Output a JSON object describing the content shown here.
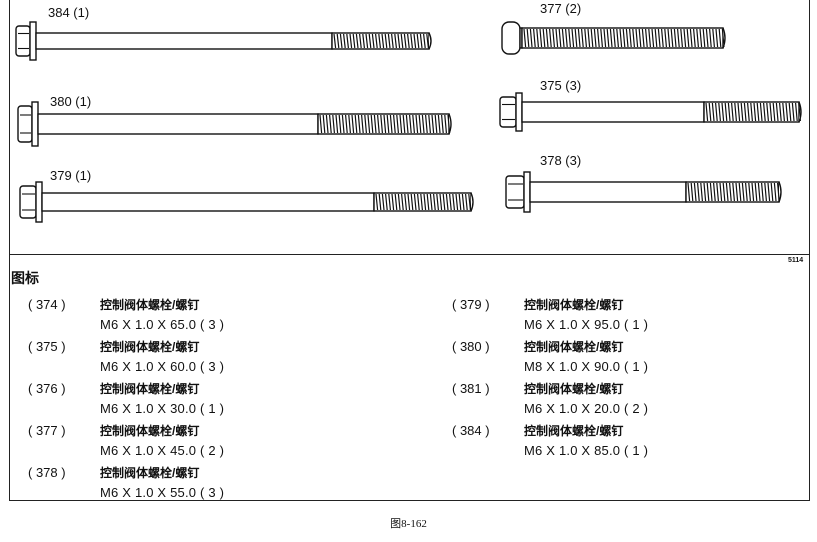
{
  "bolts": [
    {
      "id": "384",
      "label": "384 (1)"
    },
    {
      "id": "380",
      "label": "380 (1)"
    },
    {
      "id": "379",
      "label": "379 (1)"
    },
    {
      "id": "377",
      "label": "377 (2)"
    },
    {
      "id": "375",
      "label": "375 (3)"
    },
    {
      "id": "378",
      "label": "378 (3)"
    }
  ],
  "figure_code": "5114",
  "legend": {
    "title": "图标",
    "items": [
      {
        "num": "( 374 )",
        "name": "控制阀体螺栓/螺钉",
        "spec": "M6 X 1.0 X 65.0 ( 3 )"
      },
      {
        "num": "( 375 )",
        "name": "控制阀体螺栓/螺钉",
        "spec": "M6 X 1.0 X 60.0 ( 3 )"
      },
      {
        "num": "( 376 )",
        "name": "控制阀体螺栓/螺钉",
        "spec": "M6 X 1.0 X 30.0 ( 1 )"
      },
      {
        "num": "( 377 )",
        "name": "控制阀体螺栓/螺钉",
        "spec": "M6 X 1.0 X 45.0 ( 2 )"
      },
      {
        "num": "( 378 )",
        "name": "控制阀体螺栓/螺钉",
        "spec": "M6 X 1.0 X 55.0 ( 3 )"
      },
      {
        "num": "( 379 )",
        "name": "控制阀体螺栓/螺钉",
        "spec": "M6 X 1.0 X 95.0 ( 1 )"
      },
      {
        "num": "( 380 )",
        "name": "控制阀体螺栓/螺钉",
        "spec": "M8 X 1.0 X 90.0 ( 1 )"
      },
      {
        "num": "( 381 )",
        "name": "控制阀体螺栓/螺钉",
        "spec": "M6 X 1.0 X 20.0 ( 2 )"
      },
      {
        "num": "( 384 )",
        "name": "控制阀体螺栓/螺钉",
        "spec": "M6 X 1.0 X 85.0 ( 1 )"
      }
    ]
  },
  "caption": "图8-162"
}
